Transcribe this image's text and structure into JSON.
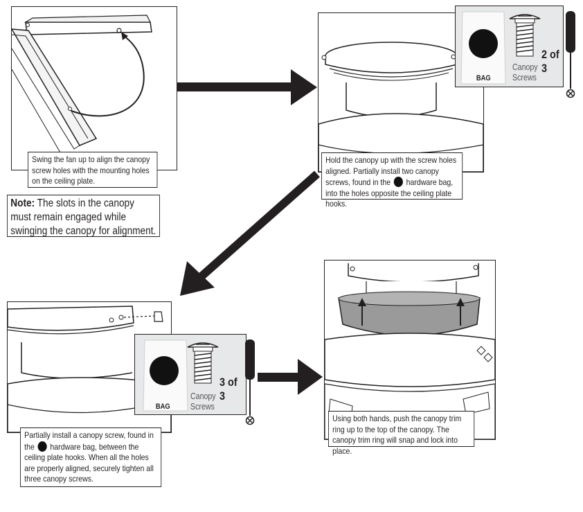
{
  "step1": {
    "caption": "Swing the fan up to align the canopy screw holes with the mounting holes on the ceiling plate."
  },
  "note": {
    "label": "Note:",
    "text": " The slots in the canopy must remain engaged while swinging the canopy for alignment."
  },
  "step2": {
    "caption_before": "Hold the canopy up with the screw holes aligned. Partially install two canopy screws, found in the ",
    "caption_after": " hardware bag, into the holes opposite the ceiling plate hooks.",
    "bag_label": "BAG",
    "screw_label_line1": "Canopy",
    "screw_label_line2": "Screws",
    "count": "2 of 3"
  },
  "step3": {
    "caption_before": "Partially install a canopy screw, found in the ",
    "caption_after": " hardware bag, between the ceiling plate hooks. When all the holes are properly aligned, securely tighten all three canopy screws.",
    "bag_label": "BAG",
    "screw_label_line1": "Canopy",
    "screw_label_line2": "Screws",
    "count": "3 of 3"
  },
  "step4": {
    "caption": "Using both hands, push the canopy trim ring up to the top of the canopy. The canopy trim ring will snap and lock into place."
  },
  "colors": {
    "ink": "#231f20",
    "inset_bg": "#e7e8e9",
    "trim_ring": "#9a9a9a"
  }
}
